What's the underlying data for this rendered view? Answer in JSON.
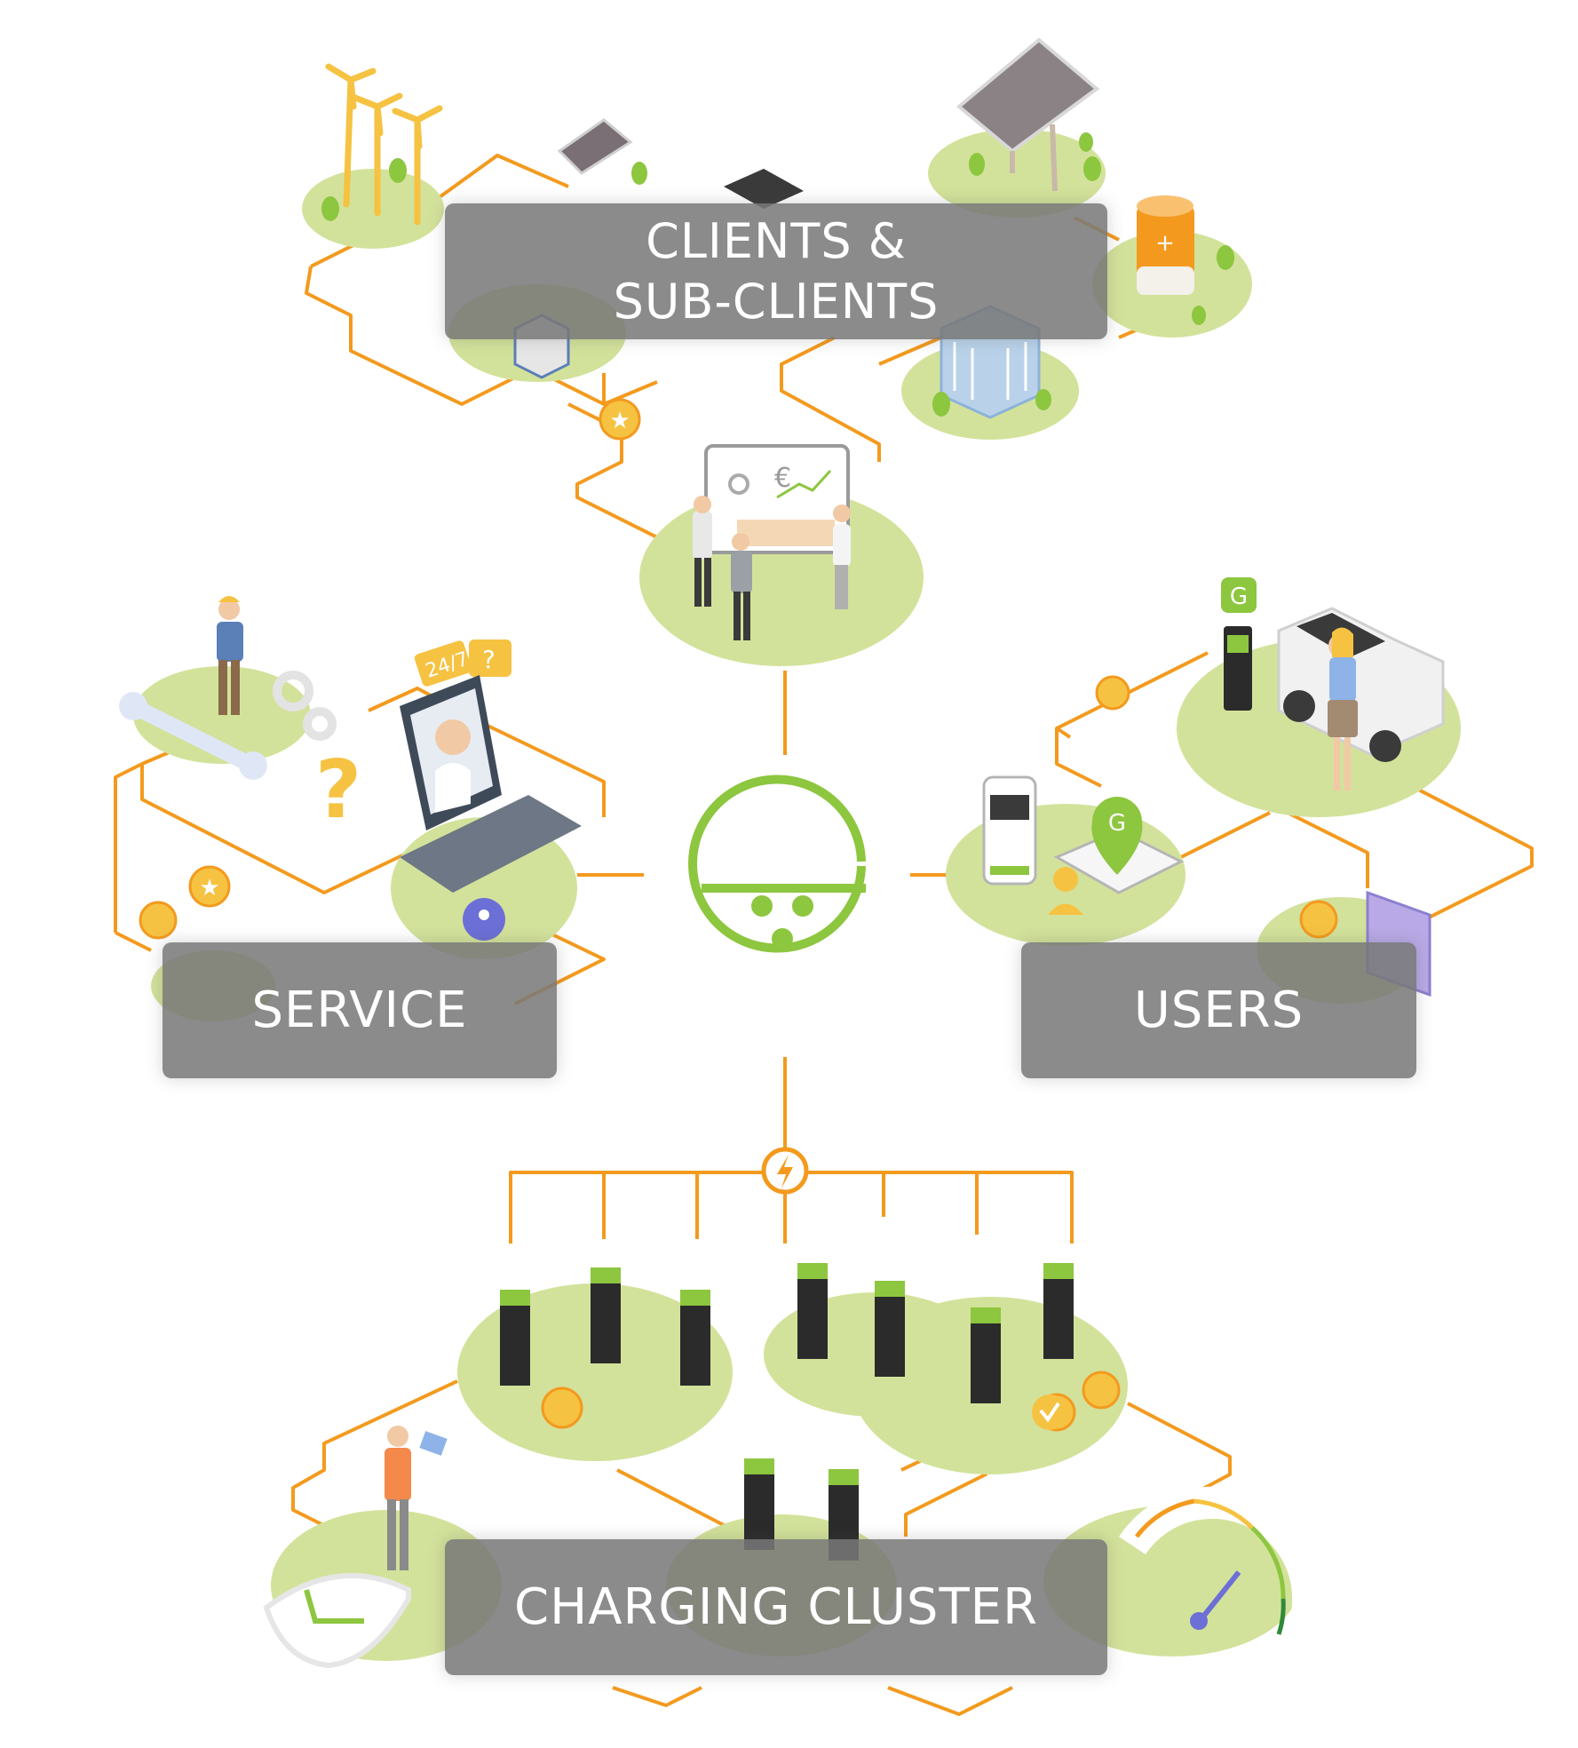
{
  "labels": {
    "clients_line1": "CLIENTS &",
    "clients_line2": "SUB-CLIENTS",
    "service": "SERVICE",
    "users": "USERS",
    "charging_cluster": "CHARGING CLUSTER"
  },
  "badges": {
    "support_hours": "24/7",
    "question": "?"
  },
  "icons": [
    "wind-turbine-icon",
    "solar-panel-icon",
    "house-icon",
    "battery-icon",
    "office-building-icon",
    "presentation-board-icon",
    "euro-icon",
    "service-technician-icon",
    "wrench-icon",
    "gear-icon",
    "laptop-icon",
    "support-agent-icon",
    "phone-icon",
    "logo-icon",
    "charging-station-icon",
    "electric-car-icon",
    "smartphone-app-icon",
    "map-pin-icon",
    "lightning-bolt-icon",
    "speedometer-gauge-icon",
    "shield-icon",
    "star-icon"
  ],
  "colors": {
    "accent_green": "#8dc63f",
    "island_green": "#d3e29b",
    "network_orange": "#f39a1e",
    "coin_yellow": "#f6c242",
    "label_gray": "#7a7a7a",
    "charger_dark": "#2b2b2b"
  }
}
